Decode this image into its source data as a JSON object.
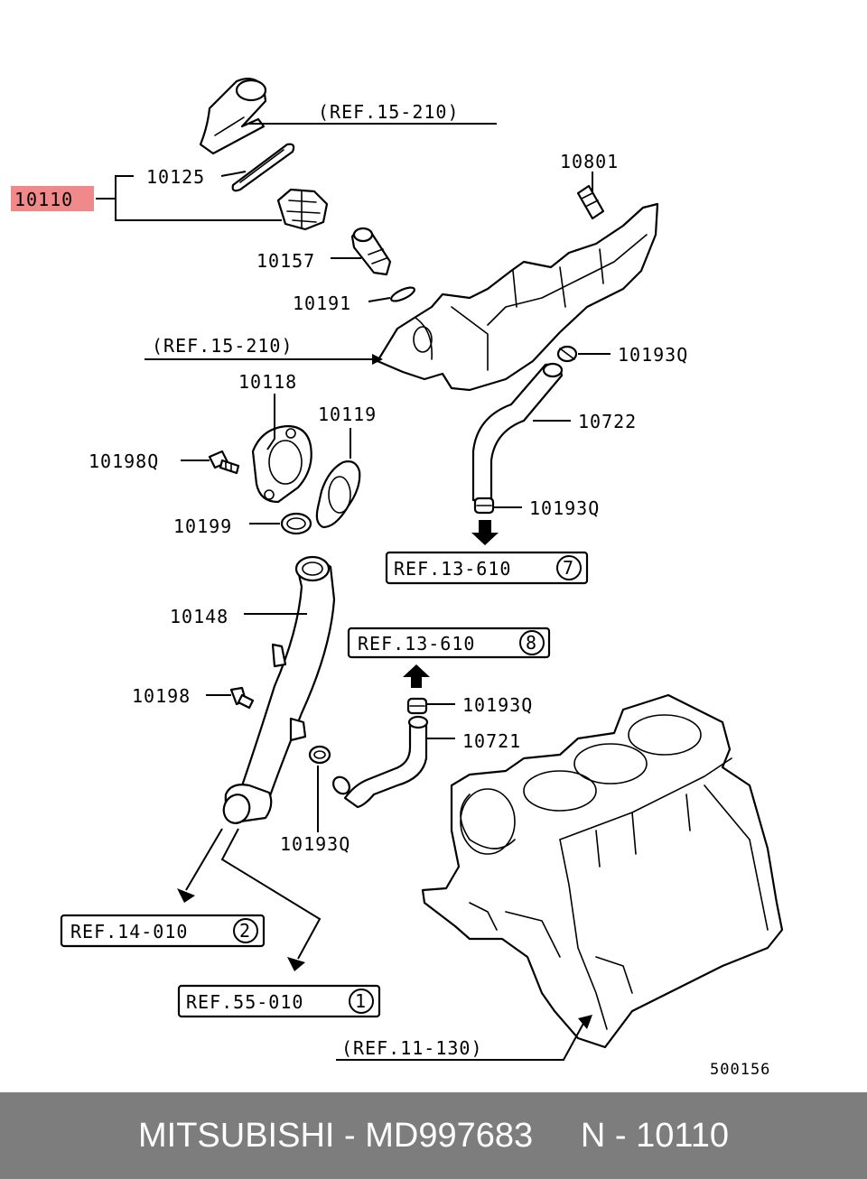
{
  "labels": {
    "ref_15_210_top": "(REF.15-210)",
    "ref_15_210_mid": "(REF.15-210)",
    "p10125": "10125",
    "p10110": "10110",
    "p10801": "10801",
    "p10157": "10157",
    "p10191": "10191",
    "p10193q_a": "10193Q",
    "p10118": "10118",
    "p10119": "10119",
    "p10722": "10722",
    "p10198q": "10198Q",
    "p10193q_b": "10193Q",
    "p10199": "10199",
    "ref_13_610_7": "REF.13-610",
    "ref_13_610_7_circle": "7",
    "p10148": "10148",
    "ref_13_610_8": "REF.13-610",
    "ref_13_610_8_circle": "8",
    "p10198": "10198",
    "p10193q_c": "10193Q",
    "p10721": "10721",
    "p10193q_d": "10193Q",
    "ref_14_010": "REF.14-010",
    "ref_14_010_circle": "2",
    "ref_55_010": "REF.55-010",
    "ref_55_010_circle": "1",
    "ref_11_130": "(REF.11-130)",
    "diagram_code": "500156"
  },
  "highlight_color": "#f08a8a",
  "footer": {
    "text": "MITSUBISHI - MD997683     N - 10110",
    "background": "#7d7d7d"
  }
}
